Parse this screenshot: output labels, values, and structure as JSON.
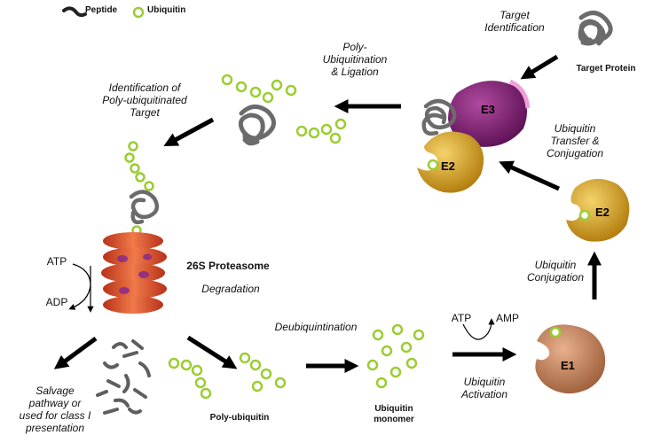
{
  "legend": {
    "peptide": "Peptide",
    "ubiquitin": "Ubiquitin"
  },
  "enzymes": {
    "e1": "E1",
    "e2": "E2",
    "e3": "E3"
  },
  "labels": {
    "target_protein": "Target Protein",
    "target_identification": "Target\nIdentification",
    "poly_ubiquitination": "Poly-\nUbiquitination\n& Ligation",
    "identification_poly": "Identification of\nPoly-ubiquitinated\nTarget",
    "ubiquitin_transfer": "Ubiquitin\nTransfer &\nConjugation",
    "ubiquitin_conjugation": "Ubiquitin\nConjugation",
    "proteasome": "26S Proteasome",
    "degradation": "Degradation",
    "atp_left": "ATP",
    "adp_left": "ADP",
    "deubiquitination": "Deubiquintination",
    "atp_right": "ATP",
    "amp_right": "AMP",
    "ubiquitin_activation": "Ubiquitin\nActivation",
    "salvage": "Salvage\npathway or\nused for class I\npresentation",
    "poly_ubiquitin": "Poly-ubiquitin",
    "ubiquitin_monomer": "Ubiquitin\nmonomer"
  },
  "colors": {
    "ubiquitin": "#9acd32",
    "protein": "#6b6b6b",
    "e1": "#c98a63",
    "e2": "#d9a21e",
    "e3": "#7a1f6e",
    "proteasome": "#d9532b",
    "arrow": "#000000"
  }
}
